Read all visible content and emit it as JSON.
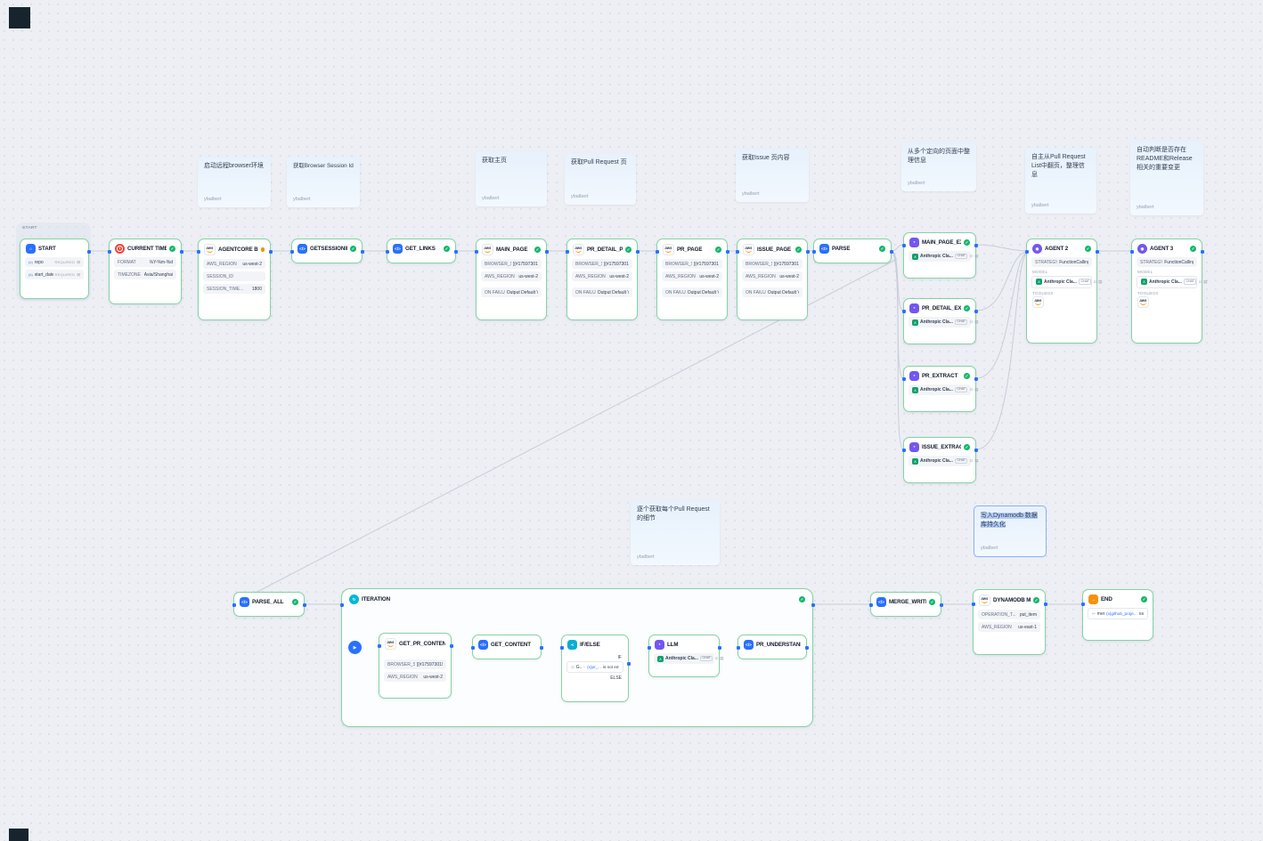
{
  "colors": {
    "canvas_bg": "#edeff5",
    "node_border": "#85d3a5",
    "check_green": "#12b76a",
    "code_blue": "#2970ff",
    "llm_purple": "#7356f1",
    "ifelse_cyan": "#06aed4",
    "iteration_cyan": "#00b8d4",
    "time_red": "#f04438",
    "end_orange": "#f79009",
    "aws_orange": "#ff9900",
    "note_bg": "#e7f1fc",
    "warn_orange": "#f79009"
  },
  "notes": {
    "browser_env": {
      "text": "启动远程browser环境",
      "author": "ybalbert"
    },
    "session_id": {
      "text": "获取Browser Session Id",
      "author": "ybalbert"
    },
    "main_page": {
      "text": "获取主页",
      "author": "ybalbert"
    },
    "pr_page": {
      "text": "获取Pull Request 页",
      "author": "ybalbert"
    },
    "issue_page": {
      "text": "获取Issue 页内容",
      "author": "ybalbert"
    },
    "organize": {
      "text": "从多个定向的页面中整理信息",
      "author": "ybalbert"
    },
    "agent2": {
      "text": "自主从Pull Request List中翻页，整理信息",
      "author": "ybalbert"
    },
    "agent3": {
      "text": "自动判断是否存在README和Release相关的重要变更",
      "author": "ybalbert"
    },
    "iteration": {
      "text": "逐个获取每个Pull Request的细节",
      "author": "ybalbert"
    },
    "dynamodb": {
      "text": "写入Dynamodb 数据库持久化",
      "author": "ybalbert"
    }
  },
  "nodes": {
    "start_group": {
      "label": "START"
    },
    "start": {
      "title": "START",
      "fields": [
        {
          "icon": "(x)",
          "name": "repo",
          "tag": "REQUIRED"
        },
        {
          "icon": "(x)",
          "name": "start_date",
          "tag": "REQUIRED"
        }
      ]
    },
    "current_time": {
      "title": "CURRENT TIME",
      "rows": [
        {
          "label": "FORMAT",
          "value": "%Y-%m-%d"
        },
        {
          "label": "TIMEZONE",
          "value": "Asia/Shanghai"
        }
      ]
    },
    "agentcore_browser": {
      "title": "AGENTCORE BROWSER SE",
      "rows": [
        {
          "label": "AWS_REGION",
          "value": "us-west-2"
        },
        {
          "label": "SESSION_ID",
          "value": ""
        },
        {
          "label": "SESSION_TIME...",
          "value": "1800"
        }
      ]
    },
    "getsessionid": {
      "title": "GETSESSIONID"
    },
    "get_links": {
      "title": "GET_LINKS"
    },
    "main_page": {
      "title": "MAIN_PAGE",
      "rows": [
        {
          "label": "BROWSER_SE...",
          "value": "{{#1759730190..."
        },
        {
          "label": "AWS_REGION",
          "value": "us-west-2"
        }
      ],
      "failure": {
        "label": "ON FAILURE",
        "value": "Output Default Value"
      }
    },
    "pr_detail_page": {
      "title": "PR_DETAIL_PAGE",
      "rows": [
        {
          "label": "BROWSER_SE...",
          "value": "{{#1759730190..."
        },
        {
          "label": "AWS_REGION",
          "value": "us-west-2"
        }
      ],
      "failure": {
        "label": "ON FAILURE",
        "value": "Output Default Value"
      }
    },
    "pr_page": {
      "title": "PR_PAGE",
      "rows": [
        {
          "label": "BROWSER_SE...",
          "value": "{{#1759730190..."
        },
        {
          "label": "AWS_REGION",
          "value": "us-west-2"
        }
      ],
      "failure": {
        "label": "ON FAILURE",
        "value": "Output Default Value"
      }
    },
    "issue_page": {
      "title": "ISSUE_PAGE",
      "rows": [
        {
          "label": "BROWSER_SE...",
          "value": "{{#1759730190..."
        },
        {
          "label": "AWS_REGION",
          "value": "us-west-2"
        }
      ],
      "failure": {
        "label": "ON FAILURE",
        "value": "Output Default Value"
      }
    },
    "parse": {
      "title": "PARSE"
    },
    "main_page_extract": {
      "title": "MAIN_PAGE_EXTRACT",
      "model": "Anthropic Cla...",
      "badge": "CHAT"
    },
    "pr_detail_extract": {
      "title": "PR_DETAIL_EXTRACT",
      "model": "Anthropic Cla...",
      "badge": "CHAT"
    },
    "pr_extract": {
      "title": "PR_EXTRACT",
      "model": "Anthropic Cla...",
      "badge": "CHAT"
    },
    "issue_extract": {
      "title": "ISSUE_EXTRACT",
      "model": "Anthropic Cla...",
      "badge": "CHAT"
    },
    "agent2": {
      "title": "AGENT 2",
      "strategy_label": "STRATEGY",
      "strategy_value": "FunctionCalling",
      "model_label": "MODEL",
      "model": "Anthropic Cla...",
      "badge": "CHAT",
      "toolbox_label": "TOOLBOX",
      "toolbox_item": "aws"
    },
    "agent3": {
      "title": "AGENT 3",
      "strategy_label": "STRATEGY",
      "strategy_value": "FunctionCalling",
      "model_label": "MODEL",
      "model": "Anthropic Cla...",
      "badge": "CHAT",
      "toolbox_label": "TOOLBOX",
      "toolbox_item": "aws"
    },
    "parse_all": {
      "title": "PARSE_ALL"
    },
    "iteration": {
      "title": "ITERATION"
    },
    "get_pr_content": {
      "title": "GET_PR_CONTENT",
      "rows": [
        {
          "label": "BROWSER_SE...",
          "value": "{{#1759730190..."
        },
        {
          "label": "AWS_REGION",
          "value": "us-west-2"
        }
      ]
    },
    "get_content": {
      "title": "GET_CONTENT"
    },
    "ifelse": {
      "title": "IF/ELSE",
      "if_label": "IF",
      "else_label": "ELSE",
      "cond_left": "G...",
      "cond_dash": "–",
      "cond_var": "(x)pr_...",
      "cond_op": "is not empty"
    },
    "llm": {
      "title": "LLM",
      "model": "Anthropic Cla...",
      "badge": "CHAT"
    },
    "pr_understanding": {
      "title": "PR_UNDERSTANDING_PARSE"
    },
    "merge_write": {
      "title": "MERGE_WRITE"
    },
    "dynamodb": {
      "title": "DYNAMODB MANAGER",
      "rows": [
        {
          "label": "OPERATION_T...",
          "value": "put_item"
        },
        {
          "label": "AWS_REGION",
          "value": "us-east-1"
        }
      ]
    },
    "end": {
      "title": "END",
      "row_prefix": "merge...",
      "row_var": "(x)github_proje...",
      "row_type": "String"
    }
  }
}
